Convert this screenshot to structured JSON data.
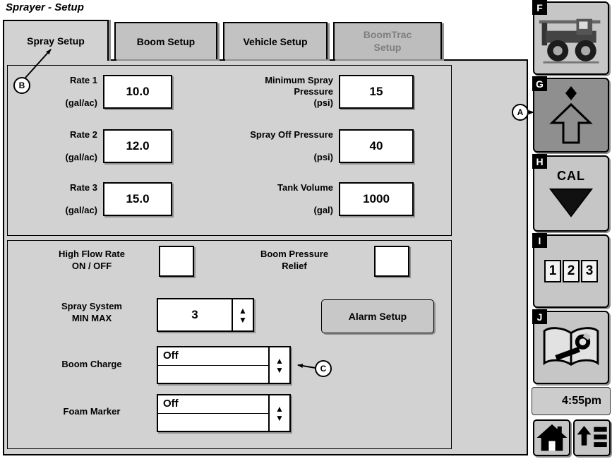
{
  "title": "Sprayer - Setup",
  "tabs": [
    {
      "label": "Spray Setup",
      "state": "active"
    },
    {
      "label": "Boom Setup",
      "state": "normal"
    },
    {
      "label": "Vehicle Setup",
      "state": "normal"
    },
    {
      "label": "BoomTrac Setup",
      "state": "disabled"
    }
  ],
  "spray_rates": [
    {
      "label": "Rate 1",
      "unit": "(gal/ac)",
      "value": "10.0"
    },
    {
      "label": "Rate 2",
      "unit": "(gal/ac)",
      "value": "12.0"
    },
    {
      "label": "Rate 3",
      "unit": "(gal/ac)",
      "value": "15.0"
    }
  ],
  "pressure_settings": [
    {
      "label": "Minimum Spray Pressure",
      "unit": "(psi)",
      "value": "15"
    },
    {
      "label": "Spray Off Pressure",
      "unit": "(psi)",
      "value": "40"
    },
    {
      "label": "Tank Volume",
      "unit": "(gal)",
      "value": "1000"
    }
  ],
  "controls": {
    "high_flow": {
      "line1": "High Flow Rate",
      "line2": "ON / OFF"
    },
    "boom_pressure_relief": {
      "line1": "Boom Pressure",
      "line2": "Relief"
    },
    "spray_system": {
      "line1": "Spray System",
      "line2": "MIN MAX",
      "value": "3"
    },
    "alarm_button_label": "Alarm Setup",
    "boom_charge": {
      "label": "Boom Charge",
      "value": "Off"
    },
    "foam_marker": {
      "label": "Foam Marker",
      "value": "Off"
    }
  },
  "sidebar": {
    "letters": [
      "F",
      "G",
      "H",
      "I",
      "J"
    ],
    "cal_label": "CAL",
    "numeric_digits": [
      "1",
      "2",
      "3"
    ],
    "time": "4:55pm"
  },
  "annotations": {
    "a": "A",
    "b": "B",
    "c": "C"
  },
  "icons": {
    "spinner_up": "▲",
    "spinner_down": "▼"
  },
  "colors": {
    "panel": "#d2d2d2",
    "tab_inactive": "#c2c2c2",
    "button_gray": "#c6c6c6",
    "pressed_gray": "#8f8f8f",
    "box_white": "#ffffff",
    "border_black": "#000000"
  }
}
